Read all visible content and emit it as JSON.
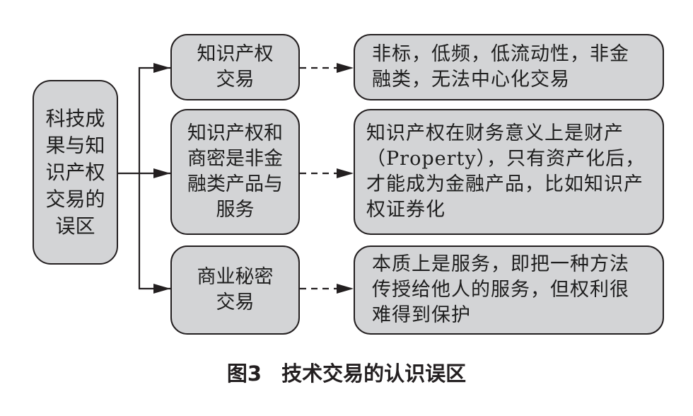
{
  "diagram": {
    "root": {
      "label": "科技成果与知识产权交易的误区"
    },
    "branches": [
      {
        "label": "知识产权交易",
        "explanation": "非标，低频，低流动性，非金融类，无法中心化交易"
      },
      {
        "label": "知识产权和商密是非金融类产品与服务",
        "explanation": "知识产权在财务意义上是财产（Property），只有资产化后，才能成为金融产品，比如知识产权证券化"
      },
      {
        "label": "商业秘密交易",
        "explanation": "本质上是服务，即把一种方法传授给他人的服务，但权利很难得到保护"
      }
    ],
    "colors": {
      "box_fill": "#d3d4d6",
      "stroke": "#231f20"
    }
  },
  "caption": {
    "figure_number": "图3",
    "title": "技术交易的认识误区"
  }
}
